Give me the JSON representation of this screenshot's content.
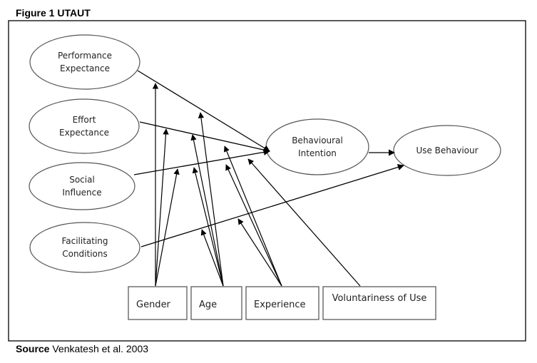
{
  "figure": {
    "title": "Figure 1 UTAUT",
    "source_label": "Source",
    "source_text": " Venkatesh et al. 2003"
  },
  "constructs": [
    {
      "id": "pe",
      "lines": [
        "Performance",
        "Expectance"
      ]
    },
    {
      "id": "ee",
      "lines": [
        "Effort",
        "Expectance"
      ]
    },
    {
      "id": "si",
      "lines": [
        "Social",
        "Influence"
      ]
    },
    {
      "id": "fc",
      "lines": [
        "Facilitating",
        "Conditions"
      ]
    },
    {
      "id": "bi",
      "lines": [
        "Behavioural",
        "Intention"
      ]
    },
    {
      "id": "ub",
      "lines": [
        "Use Behaviour"
      ]
    }
  ],
  "moderators": [
    {
      "id": "gender",
      "label": "Gender"
    },
    {
      "id": "age",
      "label": "Age"
    },
    {
      "id": "experience",
      "label": "Experience"
    },
    {
      "id": "voluntariness",
      "label": "Voluntariness of Use"
    }
  ],
  "relations": [
    {
      "from": "pe",
      "to": "bi"
    },
    {
      "from": "ee",
      "to": "bi"
    },
    {
      "from": "si",
      "to": "bi"
    },
    {
      "from": "fc",
      "to": "ub"
    },
    {
      "from": "bi",
      "to": "ub"
    }
  ],
  "moderations": [
    {
      "moderator": "gender",
      "path": "pe-bi"
    },
    {
      "moderator": "gender",
      "path": "ee-bi"
    },
    {
      "moderator": "gender",
      "path": "si-bi"
    },
    {
      "moderator": "age",
      "path": "pe-bi"
    },
    {
      "moderator": "age",
      "path": "ee-bi"
    },
    {
      "moderator": "age",
      "path": "si-bi"
    },
    {
      "moderator": "age",
      "path": "fc-ub"
    },
    {
      "moderator": "experience",
      "path": "ee-bi"
    },
    {
      "moderator": "experience",
      "path": "si-bi"
    },
    {
      "moderator": "experience",
      "path": "fc-ub"
    },
    {
      "moderator": "voluntariness",
      "path": "si-bi"
    }
  ]
}
